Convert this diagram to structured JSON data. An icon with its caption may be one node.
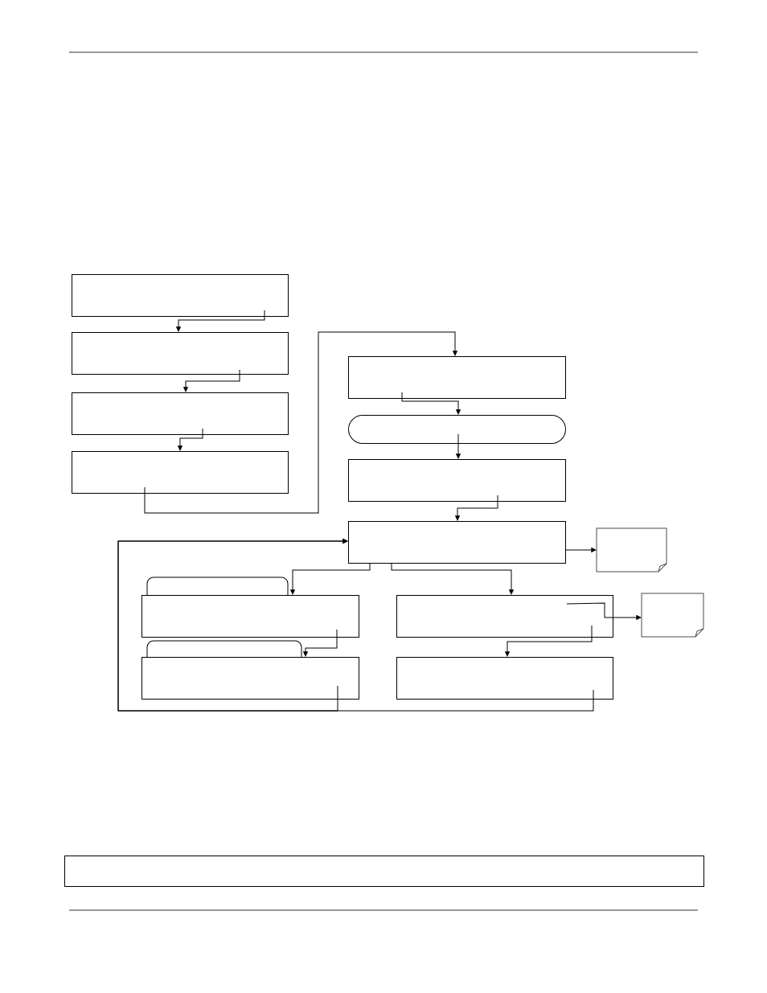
{
  "diagram": {
    "nodes": [
      {
        "text": [],
        "shape": "box"
      },
      {
        "text": [],
        "shape": "box"
      },
      {
        "text": [],
        "shape": "box"
      },
      {
        "text": [],
        "shape": "box"
      },
      {
        "text": [],
        "shape": "box"
      },
      {
        "text": [],
        "shape": "pill"
      },
      {
        "text": [],
        "shape": "box"
      },
      {
        "text": [],
        "shape": "box"
      },
      {
        "text": [],
        "shape": "note"
      },
      {
        "text": [],
        "shape": "box"
      },
      {
        "text": [],
        "shape": "box"
      },
      {
        "text": [],
        "shape": "box"
      },
      {
        "text": [],
        "shape": "box"
      },
      {
        "text": [],
        "shape": "note"
      },
      {
        "text": [],
        "shape": "box"
      }
    ],
    "edges": [
      {
        "from": 0,
        "to": 1,
        "arrow": "to"
      },
      {
        "from": 1,
        "to": 2,
        "arrow": "to"
      },
      {
        "from": 2,
        "to": 3,
        "arrow": "to"
      },
      {
        "from": 3,
        "to": 4,
        "arrow": "to"
      },
      {
        "from": 4,
        "to": 5,
        "arrow": "to"
      },
      {
        "from": 5,
        "to": 6,
        "arrow": "to"
      },
      {
        "from": 6,
        "to": 7,
        "arrow": "to"
      },
      {
        "from": 7,
        "to": 8,
        "arrow": "to"
      },
      {
        "from": 7,
        "to": 9,
        "arrow": "to"
      },
      {
        "from": 7,
        "to": 11,
        "arrow": "to"
      },
      {
        "from": 9,
        "to": 10,
        "arrow": "to"
      },
      {
        "from": 11,
        "to": 13,
        "arrow": "to"
      },
      {
        "from": 11,
        "to": 12,
        "arrow": "to"
      },
      {
        "from": 12,
        "to": 7,
        "arrow": "to"
      },
      {
        "from": 10,
        "to": 7,
        "arrow": "to"
      }
    ]
  }
}
